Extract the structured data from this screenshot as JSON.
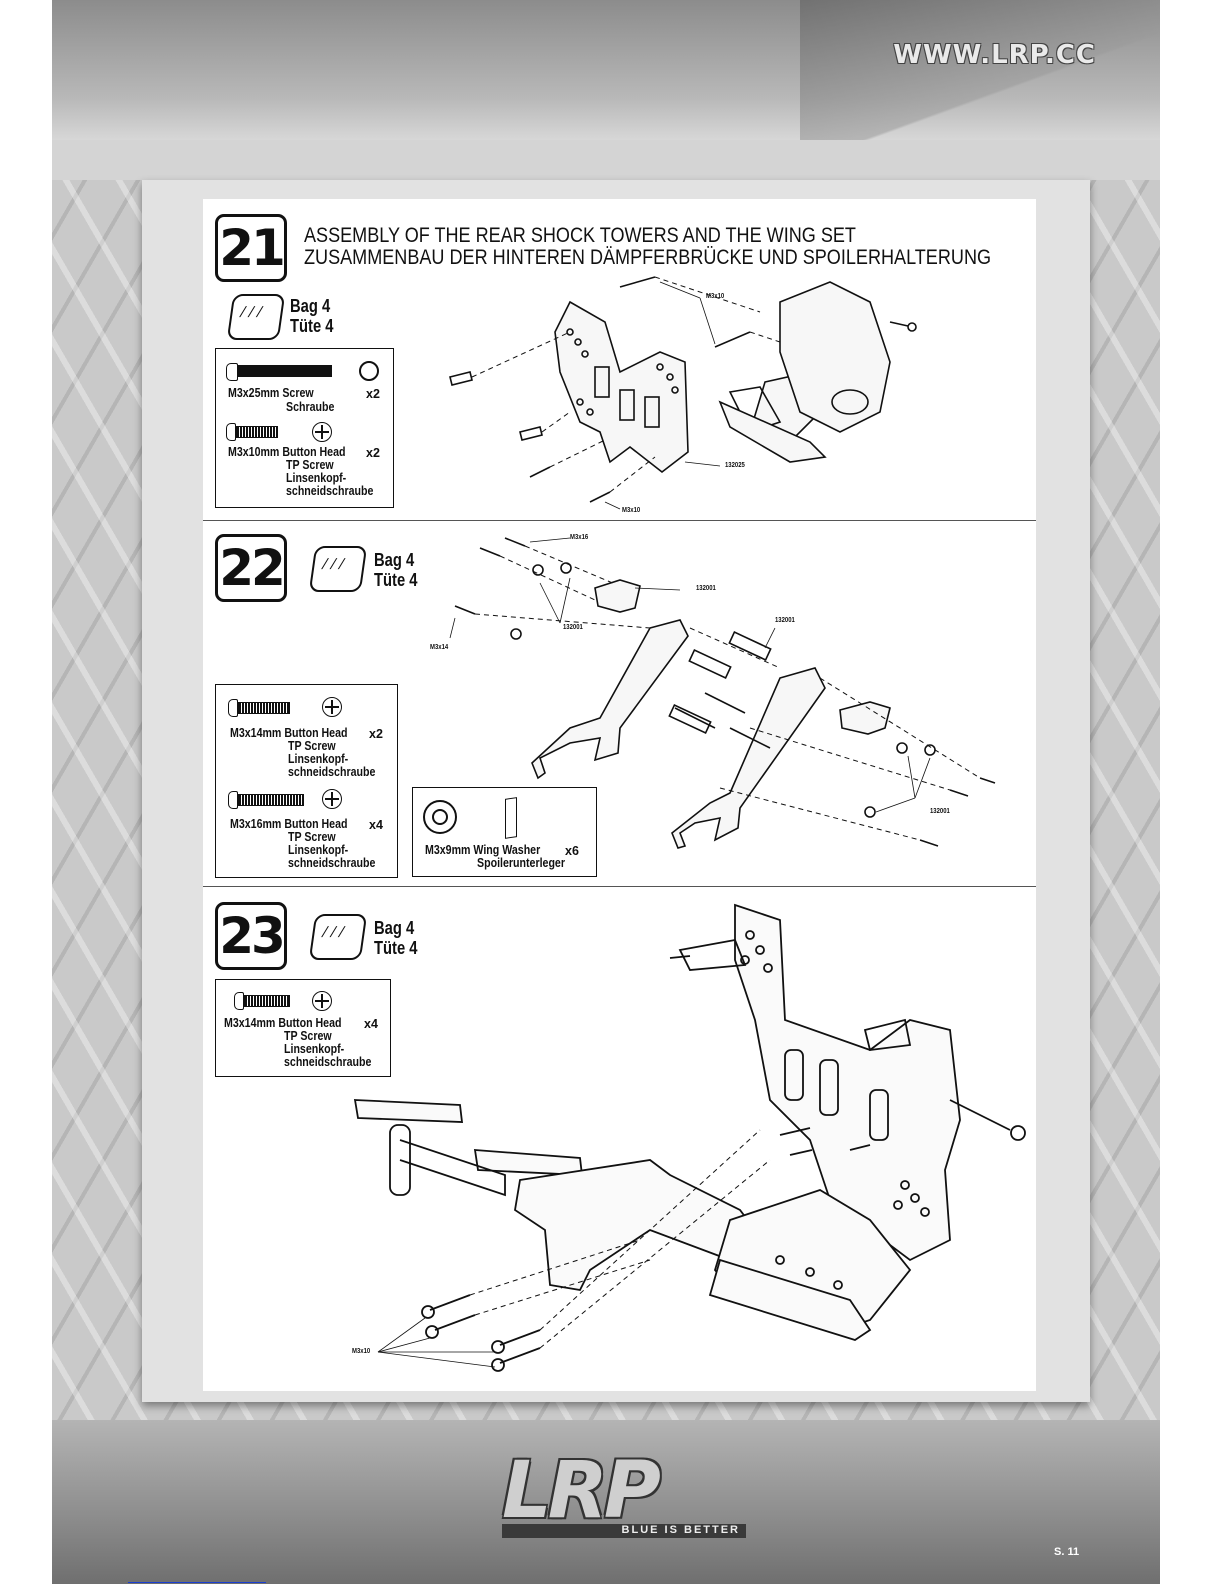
{
  "header": {
    "url": "WWW.LRP.CC"
  },
  "steps": {
    "s21": {
      "number": "21",
      "title_en": "ASSEMBLY OF THE REAR SHOCK TOWERS AND THE WING SET",
      "title_de": "ZUSAMMENBAU DER HINTEREN DÄMPFERBRÜCKE UND SPOILERHALTERUNG",
      "bag_en": "Bag 4",
      "bag_de": "Tüte 4",
      "part1": {
        "name": "M3x25mm Screw",
        "name_de": "Schraube",
        "qty": "x2"
      },
      "part2": {
        "name": "M3x10mm Button Head",
        "l2": "TP Screw",
        "l3": "Linsenkopf-",
        "l4": "schneidschraube",
        "qty": "x2"
      },
      "callouts": {
        "a": "M3x10",
        "b": "132025",
        "c": "M3x10"
      }
    },
    "s22": {
      "number": "22",
      "bag_en": "Bag 4",
      "bag_de": "Tüte 4",
      "part1": {
        "name": "M3x14mm Button Head",
        "l2": "TP Screw",
        "l3": "Linsenkopf-",
        "l4": "schneidschraube",
        "qty": "x2"
      },
      "part2": {
        "name": "M3x16mm Button Head",
        "l2": "TP Screw",
        "l3": "Linsenkopf-",
        "l4": "schneidschraube",
        "qty": "x4"
      },
      "part3": {
        "name": "M3x9mm Wing Washer",
        "name_de": "Spoilerunterleger",
        "qty": "x6"
      },
      "callouts": {
        "a": "M3x16",
        "b": "132001",
        "c": "132001",
        "d": "132001",
        "e": "M3x14",
        "f": "132001"
      }
    },
    "s23": {
      "number": "23",
      "bag_en": "Bag 4",
      "bag_de": "Tüte 4",
      "part1": {
        "name": "M3x14mm Button Head",
        "l2": "TP Screw",
        "l3": "Linsenkopf-",
        "l4": "schneidschraube",
        "qty": "x4"
      },
      "callouts": {
        "a": "M3x10"
      }
    }
  },
  "footer": {
    "logo": "LRP",
    "tagline": "BLUE IS BETTER",
    "page": "S. 11"
  }
}
